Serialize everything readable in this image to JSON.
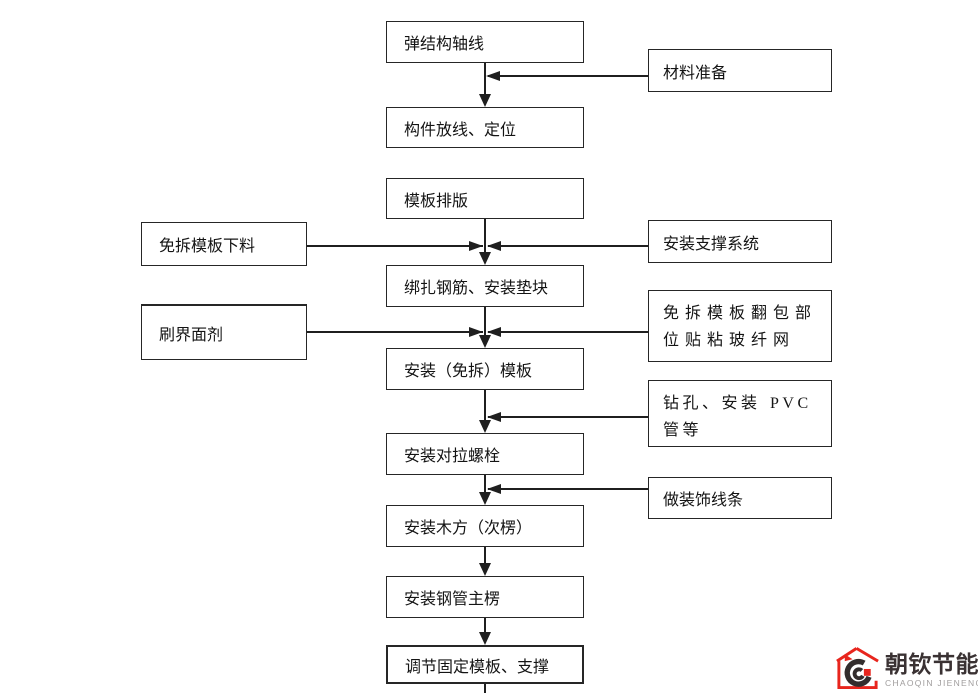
{
  "diagram": {
    "main_steps": [
      "弹结构轴线",
      "构件放线、定位",
      "模板排版",
      "绑扎钢筋、安装垫块",
      "安装（免拆）模板",
      "安装对拉螺栓",
      "安装木方（次楞）",
      "安装钢管主楞",
      "调节固定模板、支撑"
    ],
    "left_branches": [
      "免拆模板下料",
      "刷界面剂"
    ],
    "right_branches": [
      "材料准备",
      "安装支撑系统",
      "免拆模板翻包部位贴粘玻纤网",
      "钻孔、安装 PVC 管等",
      "做装饰线条"
    ]
  },
  "logo": {
    "title": "朝钦节能",
    "subtitle": "CHAOQIN JIENENG"
  },
  "colors": {
    "line": "#1f1f1f",
    "box_border": "#262626",
    "text": "#141414",
    "logo_red": "#e8251d",
    "logo_dark": "#332d2d",
    "logo_gray": "#a09d9d",
    "background": "#ffffff"
  }
}
